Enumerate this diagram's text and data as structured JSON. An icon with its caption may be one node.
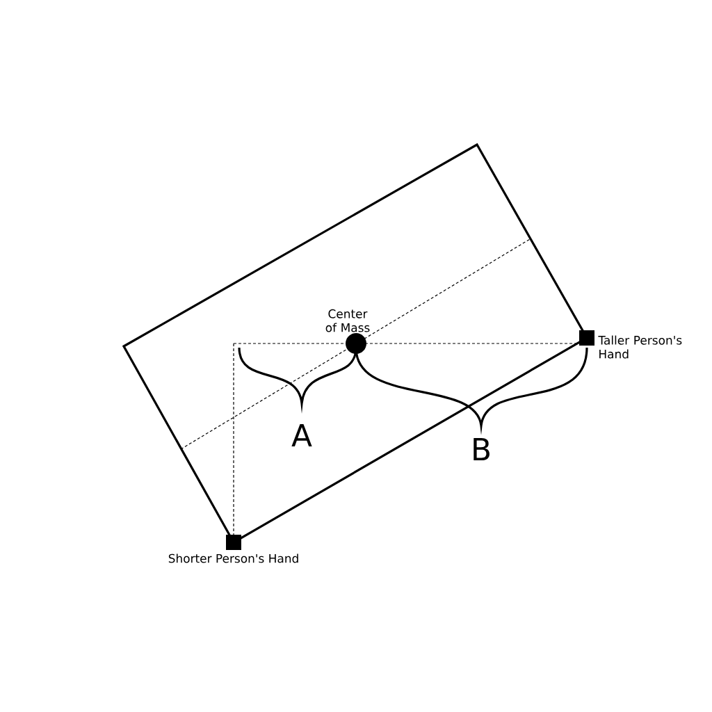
{
  "diagram": {
    "nodes": [
      {
        "text": [],
        "shape": "circle",
        "beside": [
          "Center of Mass"
        ]
      },
      {
        "text": [],
        "shape": "box",
        "beside": [
          "Taller Person's Hand"
        ]
      },
      {
        "text": [],
        "shape": "box",
        "beside": [
          "Shorter Person's Hand"
        ]
      }
    ],
    "labels": [
      "A",
      "B"
    ]
  }
}
